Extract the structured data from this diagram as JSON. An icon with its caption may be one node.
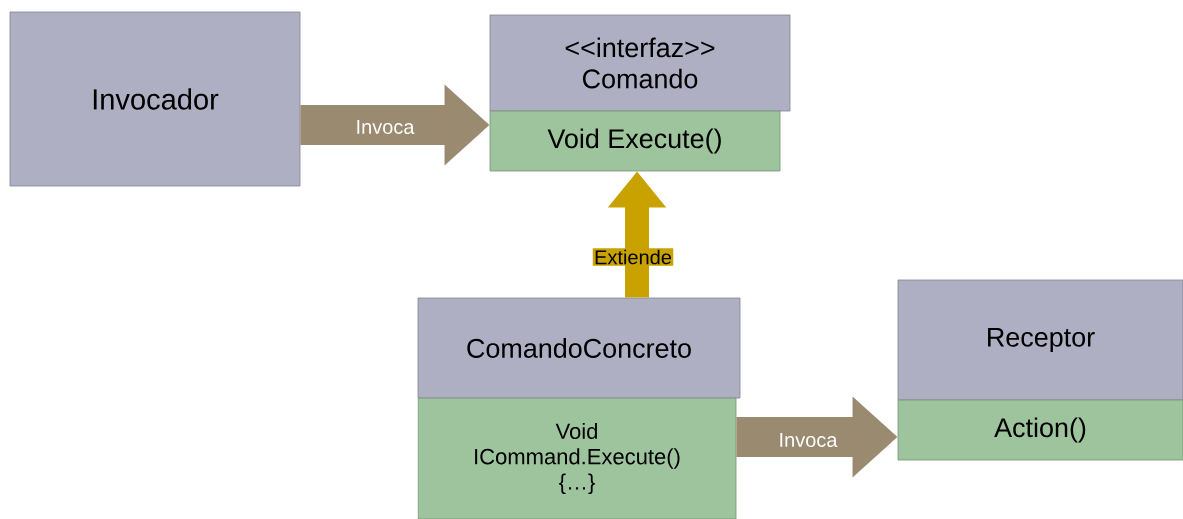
{
  "diagram": {
    "nodes": [
      {
        "text": [
          "Invocador"
        ]
      },
      {
        "text": [
          "<<interfaz>>",
          "Comando"
        ]
      },
      {
        "text": [
          "Void Execute()"
        ]
      },
      {
        "text": [
          "ComandoConcreto"
        ]
      },
      {
        "text": [
          "Void ICommand.Execute() {…}"
        ]
      },
      {
        "text": [
          "Receptor"
        ]
      },
      {
        "text": [
          "Action()"
        ]
      }
    ],
    "edges": [
      {
        "from": 0,
        "to": 2,
        "arrow": "to",
        "label": "Invoca"
      },
      {
        "from": 3,
        "to": 2,
        "arrow": "to",
        "label": "Extiende",
        "color": "#c9a200"
      },
      {
        "from": 4,
        "to": 6,
        "arrow": "to",
        "label": "Invoca"
      }
    ]
  }
}
